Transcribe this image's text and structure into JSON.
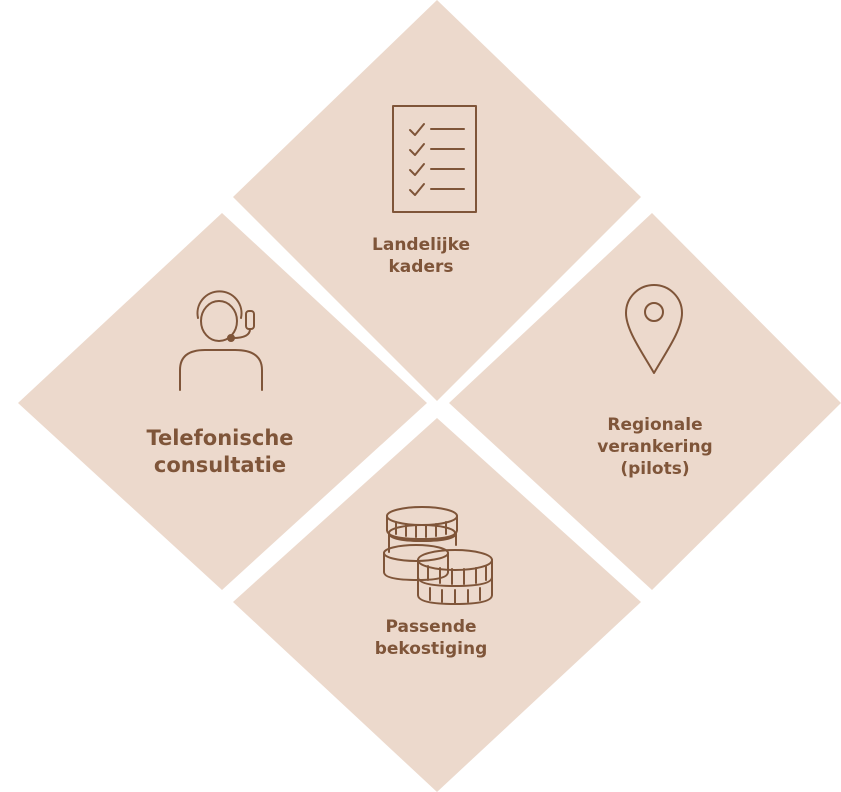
{
  "colors": {
    "tile": "#ecd9cc",
    "accent": "#7f5539",
    "background": "#ffffff"
  },
  "tiles": {
    "top": {
      "icon": "checklist-icon",
      "line1": "Landelijke",
      "line2": "kaders"
    },
    "left": {
      "icon": "headset-person-icon",
      "line1": "Telefonische",
      "line2": "consultatie"
    },
    "right": {
      "icon": "location-pin-icon",
      "line1": "Regionale",
      "line2": "verankering",
      "line3": "(pilots)"
    },
    "bottom": {
      "icon": "coins-icon",
      "line1": "Passende",
      "line2": "bekostiging"
    }
  }
}
